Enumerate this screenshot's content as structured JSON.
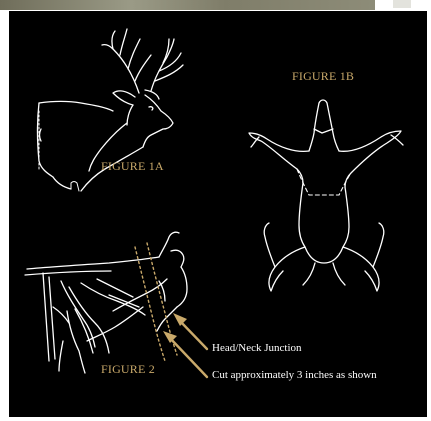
{
  "figures": {
    "fig1a_label": "FIGURE 1A",
    "fig1b_label": "FIGURE 1B",
    "fig2_label": "FIGURE 2"
  },
  "annotations": {
    "head_neck": "Head/Neck Junction",
    "cut_instruction": "Cut approximately 3 inches as shown"
  },
  "colors": {
    "background": "#000000",
    "line_art": "#ffffff",
    "accent_gold": "#c9a96a"
  }
}
